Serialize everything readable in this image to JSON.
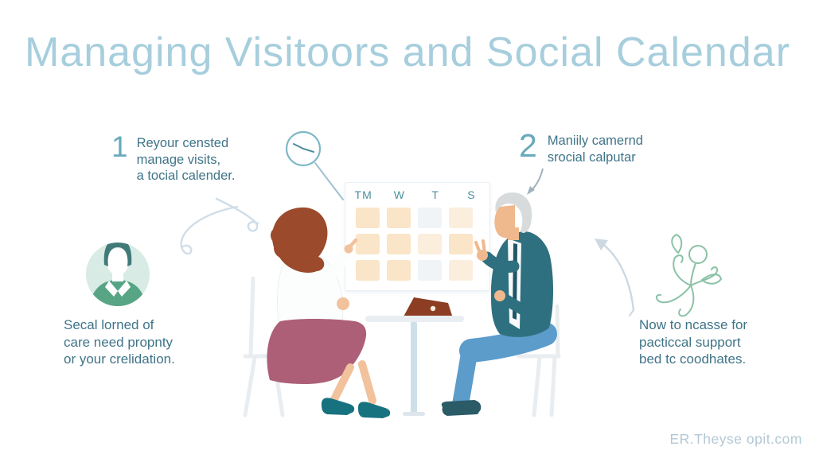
{
  "title": "Managing Visitoors and Social Calendar",
  "steps": [
    {
      "number": "1",
      "lines": [
        "Reyour censted",
        "manage visits,",
        "a tocial calender."
      ]
    },
    {
      "number": "2",
      "lines": [
        "Maniily camernd",
        "srocial calputar"
      ]
    }
  ],
  "notes": {
    "left": {
      "lines": [
        "Secal lorned of",
        "care need propnty",
        "or your crelidation."
      ]
    },
    "right": {
      "lines": [
        "Now to ncasse for",
        "pacticcal support",
        "bed tc coodhates."
      ]
    }
  },
  "calendar": {
    "headers": [
      "TM",
      "W",
      "T",
      "S"
    ],
    "cell_colors": [
      "#fae5c8",
      "#fae5c8",
      "#f1f4f7",
      "#fbeedd",
      "#fae5c8",
      "#fae5c8",
      "#fbeedd",
      "#fae5c8",
      "#fae5c8",
      "#fae5c8",
      "#f1f4f7",
      "#fbeedd"
    ]
  },
  "watermark": "ER.Theyse opit.com",
  "icons": {
    "clock": "clock-icon",
    "avatar": "person-avatar-icon",
    "plant": "floral-plant-icon",
    "left_swirl": "swirl-arrow-left",
    "right_swirl": "swirl-arrow-right",
    "step2_arrow": "curved-arrow-down"
  },
  "colors": {
    "title": "#a7cedd",
    "body_text": "#3f7488",
    "step_number": "#68aabb",
    "calendar_header": "#4b8e9d",
    "cell_peach": "#fae5c8",
    "cell_gray": "#f1f4f7",
    "jacket_teal": "#2f7080",
    "pants_blue": "#5b9ccb",
    "skirt_mauve": "#ad5f78",
    "hair_auburn": "#9b4a2b",
    "laptop_brown": "#8c3d22",
    "avatar_green": "#57a585",
    "plant_green": "#8ac2a6",
    "watermark": "#b3c9d4"
  }
}
